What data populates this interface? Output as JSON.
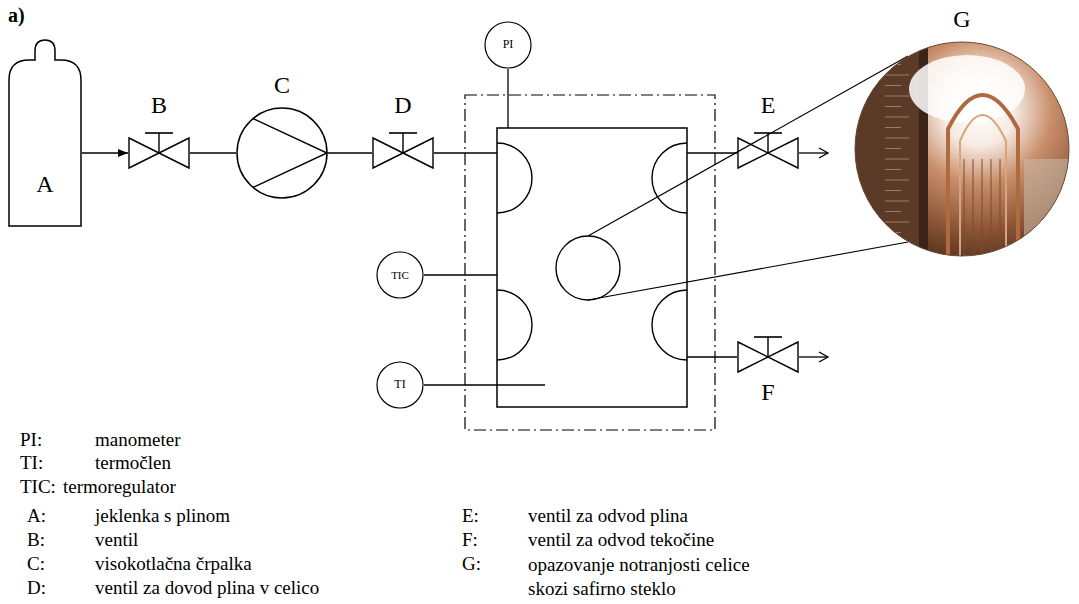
{
  "diagram": {
    "nodes": [
      {
        "text": [
          "A"
        ]
      },
      {
        "text": [
          "B"
        ]
      },
      {
        "text": [
          "C"
        ]
      },
      {
        "text": [
          "D"
        ]
      },
      {
        "text": [
          "PI"
        ]
      },
      {
        "text": [
          "TIC"
        ]
      },
      {
        "text": [
          "TI"
        ]
      },
      {
        "text": [
          "E"
        ]
      },
      {
        "text": [
          "F"
        ]
      },
      {
        "text": [
          "G"
        ]
      }
    ],
    "edges": [
      {
        "from": 0,
        "to": 1,
        "arrow": "to"
      },
      {
        "from": 1,
        "to": 2,
        "arrow": "none"
      },
      {
        "from": 2,
        "to": 3,
        "arrow": "none"
      }
    ],
    "labels": [
      "a)",
      "PI:",
      "manometer",
      "TI:",
      "termočlen",
      "TIC:",
      "termoregulator",
      "A:",
      "jeklenka s plinom",
      "B:",
      "ventil",
      "C:",
      "visokotlačna črpalka",
      "D:",
      "ventil za dovod plina v celico",
      "E:",
      "ventil za odvod plina",
      "F:",
      "ventil za odvod tekočine",
      "G:",
      "opazovanje notranjosti celice skozi safirno steklo"
    ]
  }
}
